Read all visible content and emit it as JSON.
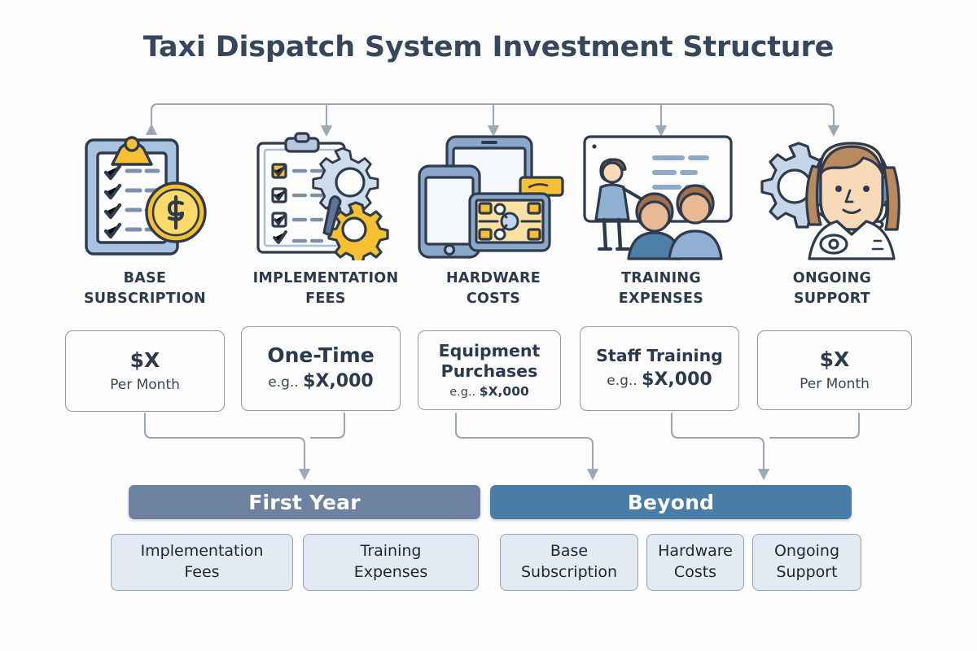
{
  "title": "Taxi Dispatch System Investment Structure",
  "colors": {
    "title_text": "#36465c",
    "connector": "#9aa7b6",
    "card_border": "#8e9aab",
    "first_year_banner": "#6c82a0",
    "beyond_banner": "#4a7ca8",
    "chip_fill": "#e3eaf4",
    "chip_border": "#93a1b4",
    "accent_yellow": "#f6c032",
    "icon_blue": "#7d9bc1",
    "background": "#fdfdfd"
  },
  "columns": [
    {
      "id": "base-subscription",
      "icon": "clipboard-checklist-coin-icon",
      "label_line1": "BASE",
      "label_line2": "SUBSCRIPTION",
      "cost": {
        "primary": "$X",
        "secondary": "Per Month",
        "style": "big"
      }
    },
    {
      "id": "implementation-fees",
      "icon": "checklist-gears-screwdriver-icon",
      "label_line1": "IMPLEMENTATION",
      "label_line2": "FEES",
      "cost": {
        "primary": "One-Time",
        "prefix": "e.g..",
        "amount": "$X,000",
        "style": "prefix-amount"
      }
    },
    {
      "id": "hardware-costs",
      "icon": "devices-tablet-phone-icon",
      "label_line1": "HARDWARE",
      "label_line2": "COSTS",
      "cost": {
        "primary_line1": "Equipment",
        "primary_line2": "Purchases",
        "prefix": "e.g..",
        "amount": "$X,000",
        "style": "two-line-tiny"
      }
    },
    {
      "id": "training-expenses",
      "icon": "whiteboard-training-icon",
      "label_line1": "TRAINING",
      "label_line2": "EXPENSES",
      "cost": {
        "primary": "Staff Training",
        "prefix": "e.g..",
        "amount": "$X,000",
        "style": "prefix-amount"
      }
    },
    {
      "id": "ongoing-support",
      "icon": "support-agent-headset-gear-icon",
      "label_line1": "ONGOING",
      "label_line2": "SUPPORT",
      "cost": {
        "primary": "$X",
        "secondary": "Per Month",
        "style": "big"
      }
    }
  ],
  "phases": [
    {
      "id": "first-year",
      "banner": "First Year",
      "items": [
        {
          "line1": "Implementation",
          "line2": "Fees"
        },
        {
          "line1": "Training",
          "line2": "Expenses"
        }
      ]
    },
    {
      "id": "beyond",
      "banner": "Beyond",
      "items": [
        {
          "line1": "Base",
          "line2": "Subscription"
        },
        {
          "line1": "Hardware",
          "line2": "Costs"
        },
        {
          "line1": "Ongoing",
          "line2": "Support"
        }
      ]
    }
  ]
}
